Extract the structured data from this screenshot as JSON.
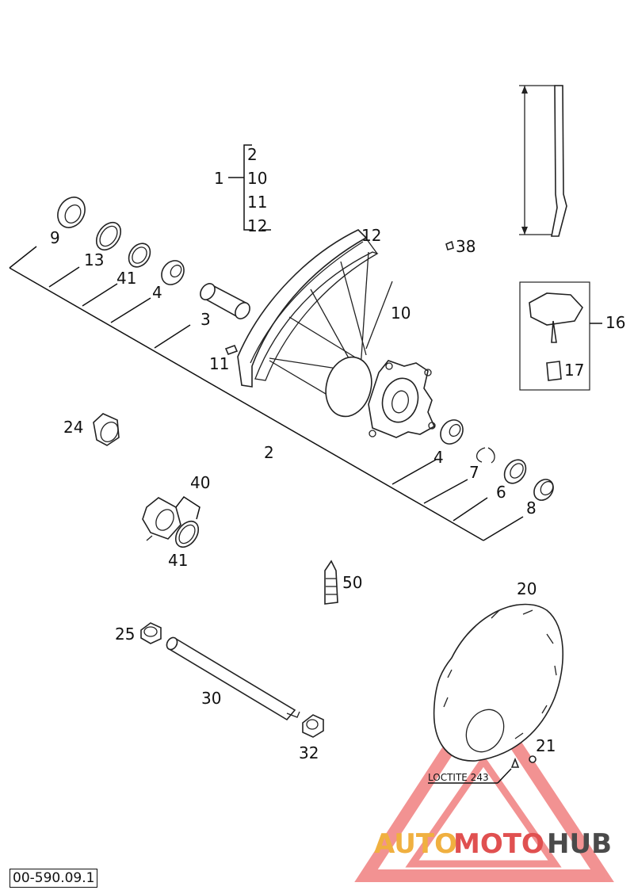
{
  "callouts": {
    "assembly": "1",
    "group": [
      "2",
      "10",
      "11",
      "12"
    ],
    "c2": "2",
    "c3": "3",
    "c4a": "4",
    "c4b": "4",
    "c6": "6",
    "c7": "7",
    "c8": "8",
    "c9": "9",
    "c10": "10",
    "c11": "11",
    "c12": "12",
    "c13": "13",
    "c16": "16",
    "c17": "17",
    "c20": "20",
    "c21": "21",
    "c24": "24",
    "c25": "25",
    "c30": "30",
    "c32": "32",
    "c38": "38",
    "c40": "40",
    "c41a": "41",
    "c41b": "41",
    "c50": "50"
  },
  "note": "LOCTITE 243",
  "doc_code": "00-590.09.1",
  "watermark": {
    "auto": "AUTO",
    "moto": "MOTO",
    "hub": "HUB"
  },
  "colors": {
    "watermark_orange": "#f0b040",
    "watermark_red": "#e05050",
    "watermark_dark": "#4a4a4a",
    "triangle": "#f08080"
  }
}
